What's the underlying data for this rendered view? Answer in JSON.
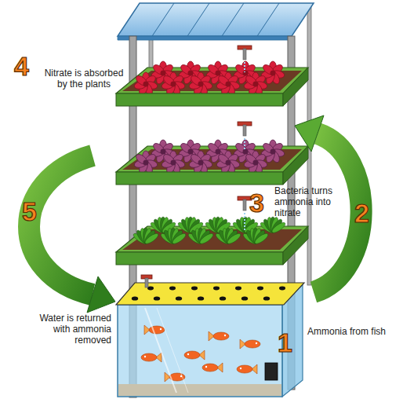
{
  "diagram": {
    "labels": [
      "4",
      "Nitrate is absorbed by the plants",
      "5",
      "Water is returned with ammonia removed",
      "3",
      "Bacteria turns ammonia into nitrate",
      "2",
      "Ammonia from fish",
      "1"
    ]
  }
}
